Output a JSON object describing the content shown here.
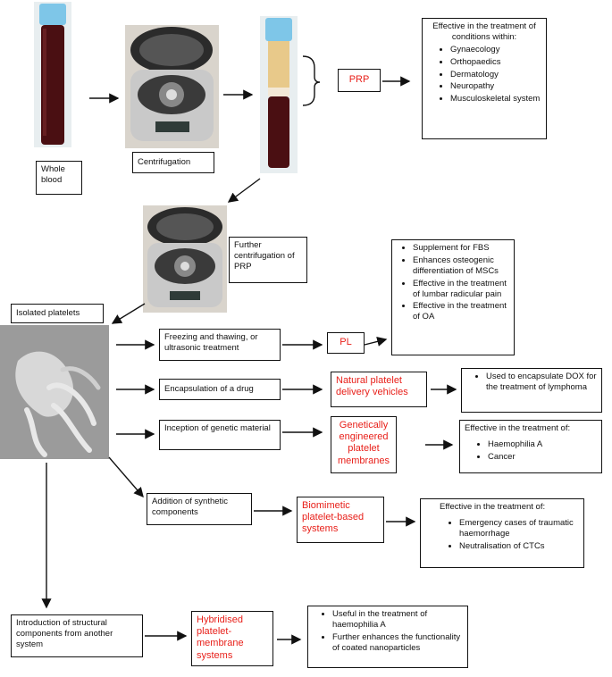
{
  "top_row": {
    "whole_blood_label": "Whole blood",
    "centrifugation_label": "Centrifugation",
    "prp_label": "PRP",
    "conditions_title": "Effective in the treatment of conditions within:",
    "conditions": [
      "Gynaecology",
      "Orthopaedics",
      "Dermatology",
      "Neuropathy",
      "Musculoskeletal system"
    ]
  },
  "second_row": {
    "further_centrifugation_label": "Further centrifugation of PRP",
    "isolated_platelets_label": "Isolated platelets",
    "fbs_items": [
      "Supplement for FBS",
      "Enhances osteogenic differentiation of MSCs",
      "Effective in the treatment of lumbar radicular pain",
      "Effective in the treatment of OA"
    ]
  },
  "branches": {
    "freezing_label": "Freezing and thawing, or ultrasonic treatment",
    "pl_label": "PL",
    "encapsulation_label": "Encapsulation of a drug",
    "natural_label": "Natural platelet delivery vehicles",
    "dox_item": "Used to encapsulate DOX for the treatment of lymphoma",
    "genetic_label": "Inception of genetic material",
    "engineered_label": "Genetically engineered platelet membranes",
    "genetic_effect_title": "Effective in the treatment of:",
    "genetic_effects": [
      "Haemophilia A",
      "Cancer"
    ],
    "synthetic_label": "Addition of synthetic components",
    "biomimetic_label": "Biomimetic platelet-based systems",
    "biomimetic_effect_title": "Effective in the treatment of:",
    "biomimetic_effects": [
      "Emergency cases of traumatic haemorrhage",
      "Neutralisation of CTCs"
    ],
    "structural_label": "Introduction of structural components from another system",
    "hybrid_label": "Hybridised platelet-membrane systems",
    "hybrid_effects": [
      "Useful in the treatment of haemophilia A",
      "Further enhances the functionality of coated nanoparticles"
    ]
  },
  "colors": {
    "highlight": "#e8201a",
    "cap": "#7ec6e8",
    "blood": "#4a0f12"
  }
}
